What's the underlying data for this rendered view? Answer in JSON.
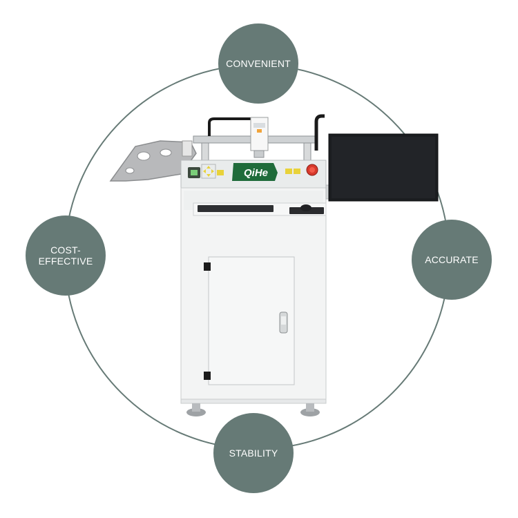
{
  "features": {
    "top": "CONVENIENT",
    "left": "COST-EFFECTIVE",
    "right": "ACCURATE",
    "bottom": "STABILITY"
  },
  "machine": {
    "brand": "QiHe"
  },
  "colors": {
    "badge": "#667a76",
    "ring": "#667a76",
    "cabinet": "#f2f3f3",
    "panel": "#e7eaea",
    "brand_green": "#1f6b3a",
    "monitor": "#1b1d20"
  },
  "icons": {
    "cabinet": "pick-and-place-machine",
    "monitor": "monitor-screen",
    "keyboard": "keyboard",
    "mouse": "mouse",
    "emergency": "emergency-stop-button"
  }
}
